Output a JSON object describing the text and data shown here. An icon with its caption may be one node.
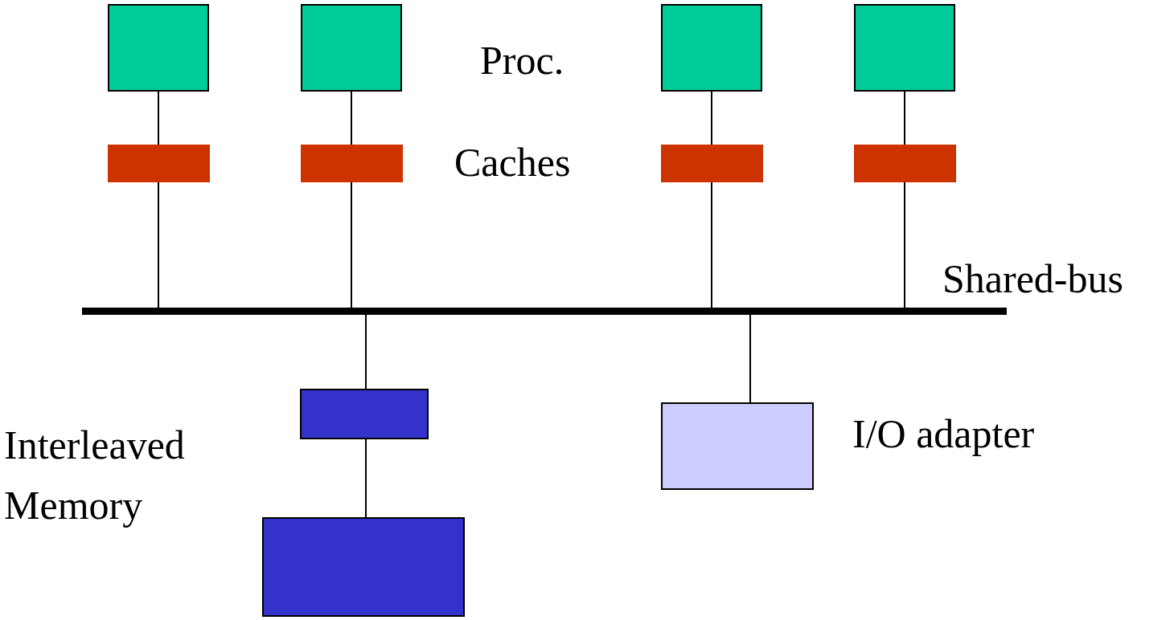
{
  "diagram": {
    "nodes": [
      {
        "text": [],
        "shape": "box"
      },
      {
        "text": [],
        "shape": "box"
      },
      {
        "text": [],
        "shape": "box"
      },
      {
        "text": [],
        "shape": "box"
      },
      {
        "text": [],
        "shape": "bar"
      },
      {
        "text": [],
        "shape": "bar"
      },
      {
        "text": [],
        "shape": "bar"
      },
      {
        "text": [],
        "shape": "bar"
      },
      {
        "text": [],
        "shape": "bar"
      },
      {
        "text": [],
        "shape": "box"
      },
      {
        "text": [],
        "shape": "box"
      },
      {
        "text": [],
        "shape": "box"
      }
    ],
    "edges": [
      {
        "from": 0,
        "to": 4,
        "arrow": "none"
      },
      {
        "from": 1,
        "to": 5,
        "arrow": "none"
      },
      {
        "from": 2,
        "to": 6,
        "arrow": "none"
      },
      {
        "from": 3,
        "to": 7,
        "arrow": "none"
      },
      {
        "from": 4,
        "to": 8,
        "arrow": "none"
      },
      {
        "from": 5,
        "to": 8,
        "arrow": "none"
      },
      {
        "from": 6,
        "to": 8,
        "arrow": "none"
      },
      {
        "from": 7,
        "to": 8,
        "arrow": "none"
      },
      {
        "from": 8,
        "to": 9,
        "arrow": "none"
      },
      {
        "from": 9,
        "to": 10,
        "arrow": "none"
      },
      {
        "from": 8,
        "to": 11,
        "arrow": "none"
      }
    ],
    "labels": [
      "Proc.",
      "Caches",
      "Shared-bus",
      "Interleaved Memory",
      "I/O adapter"
    ]
  }
}
